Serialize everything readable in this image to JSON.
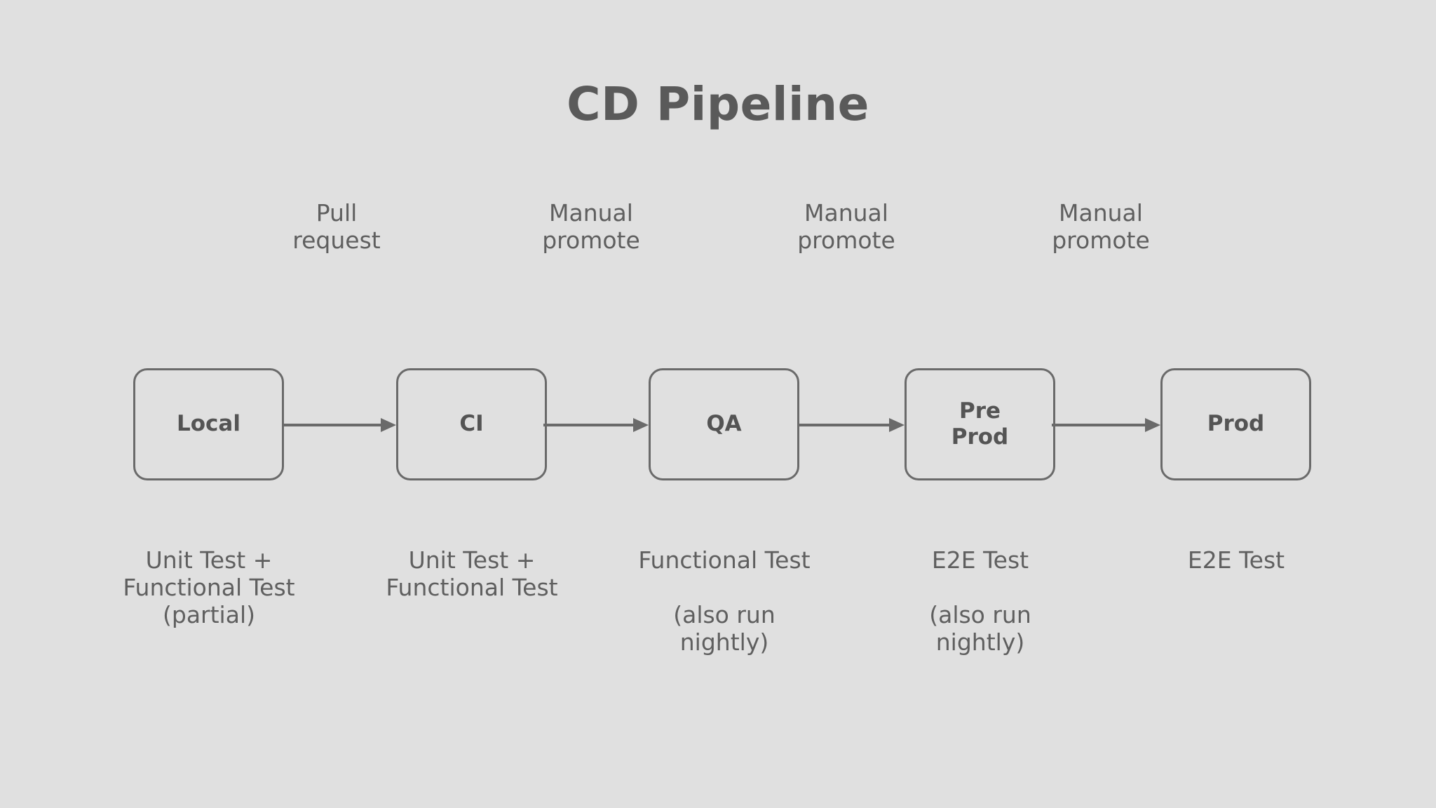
{
  "diagram": {
    "title": "CD Pipeline",
    "background_color": "#e0e0e0",
    "stroke_color": "#6a6a6a",
    "text_color": "#5f5f5f",
    "title_color": "#5a5a5a",
    "stages": [
      {
        "id": "local",
        "label_lines": [
          "Local"
        ],
        "caption_lines": [
          "Unit Test +",
          "Functional Test",
          "(partial)"
        ]
      },
      {
        "id": "ci",
        "label_lines": [
          "CI"
        ],
        "caption_lines": [
          "Unit Test +",
          "Functional Test"
        ]
      },
      {
        "id": "qa",
        "label_lines": [
          "QA"
        ],
        "caption_lines": [
          "Functional Test",
          "",
          "(also run",
          "nightly)"
        ]
      },
      {
        "id": "pre-prod",
        "label_lines": [
          "Pre",
          "Prod"
        ],
        "caption_lines": [
          "E2E Test",
          "",
          "(also run",
          "nightly)"
        ]
      },
      {
        "id": "prod",
        "label_lines": [
          "Prod"
        ],
        "caption_lines": [
          "E2E Test"
        ]
      }
    ],
    "transitions": [
      {
        "id": "local-to-ci",
        "label_lines": [
          "Pull",
          "request"
        ]
      },
      {
        "id": "ci-to-qa",
        "label_lines": [
          "Manual",
          "promote"
        ]
      },
      {
        "id": "qa-to-preprod",
        "label_lines": [
          "Manual",
          "promote"
        ]
      },
      {
        "id": "preprod-to-prod",
        "label_lines": [
          "Manual",
          "promote"
        ]
      }
    ]
  }
}
